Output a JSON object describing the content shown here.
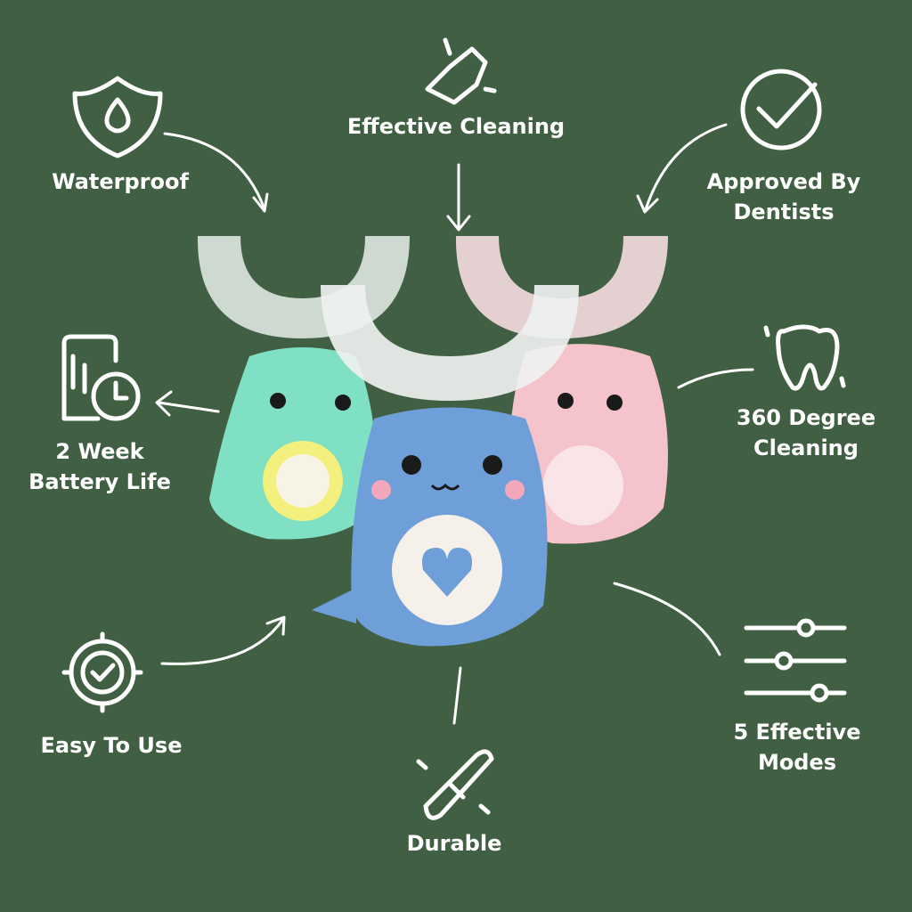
{
  "colors": {
    "background": "#416043",
    "green_brush": "#7fe0c4",
    "blue_brush": "#6f9fd8",
    "pink_brush": "#f5c3cb"
  },
  "features": {
    "waterproof": "Waterproof",
    "effective_cleaning": "Effective Cleaning",
    "approved": "Approved By\nDentists",
    "battery": "2 Week\nBattery Life",
    "degree360": "360 Degree\nCleaning",
    "easy": "Easy To Use",
    "modes": "5 Effective\nModes",
    "durable": "Durable"
  }
}
